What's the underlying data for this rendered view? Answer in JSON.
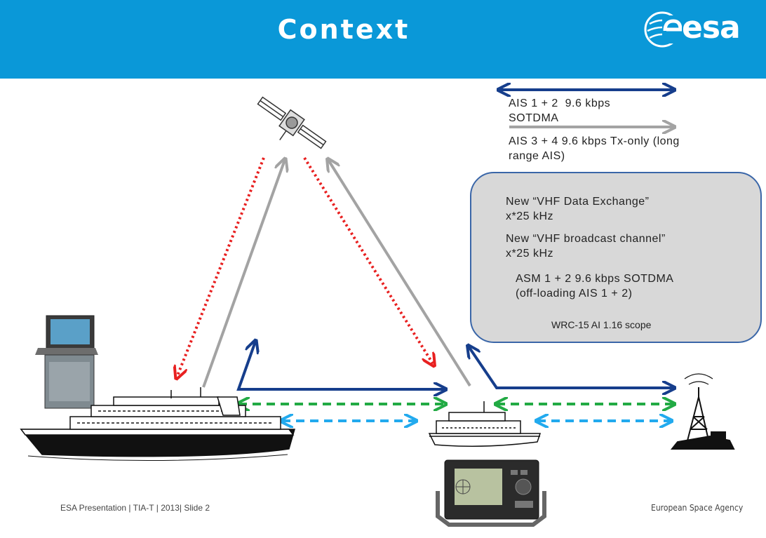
{
  "header": {
    "title": "Context",
    "logo_text": "esa"
  },
  "legend": {
    "ais12": "AIS 1 + 2  9.6 kbps\nSOTDMA",
    "ais34": "AIS 3 + 4 9.6 kbps Tx-only (long\nrange AIS)",
    "vde": "New “VHF Data Exchange”\nx*25 kHz",
    "broadcast": "New “VHF broadcast channel”\nx*25 kHz",
    "asm": "ASM 1 + 2 9.6 kbps SOTDMA\n(off-loading AIS 1 + 2)",
    "scope": "WRC-15 AI 1.16 scope"
  },
  "footer": {
    "left": "ESA Presentation  |  TIA-T  |  2013|  Slide 2",
    "right": "European Space Agency"
  },
  "colors": {
    "header_blue": "#0a98d8",
    "ais_dark_blue": "#163e8c",
    "ais_grey": "#a3a3a3",
    "vde_green": "#22aa44",
    "broadcast_red": "#e82020",
    "asm_cyan": "#22aaee"
  }
}
